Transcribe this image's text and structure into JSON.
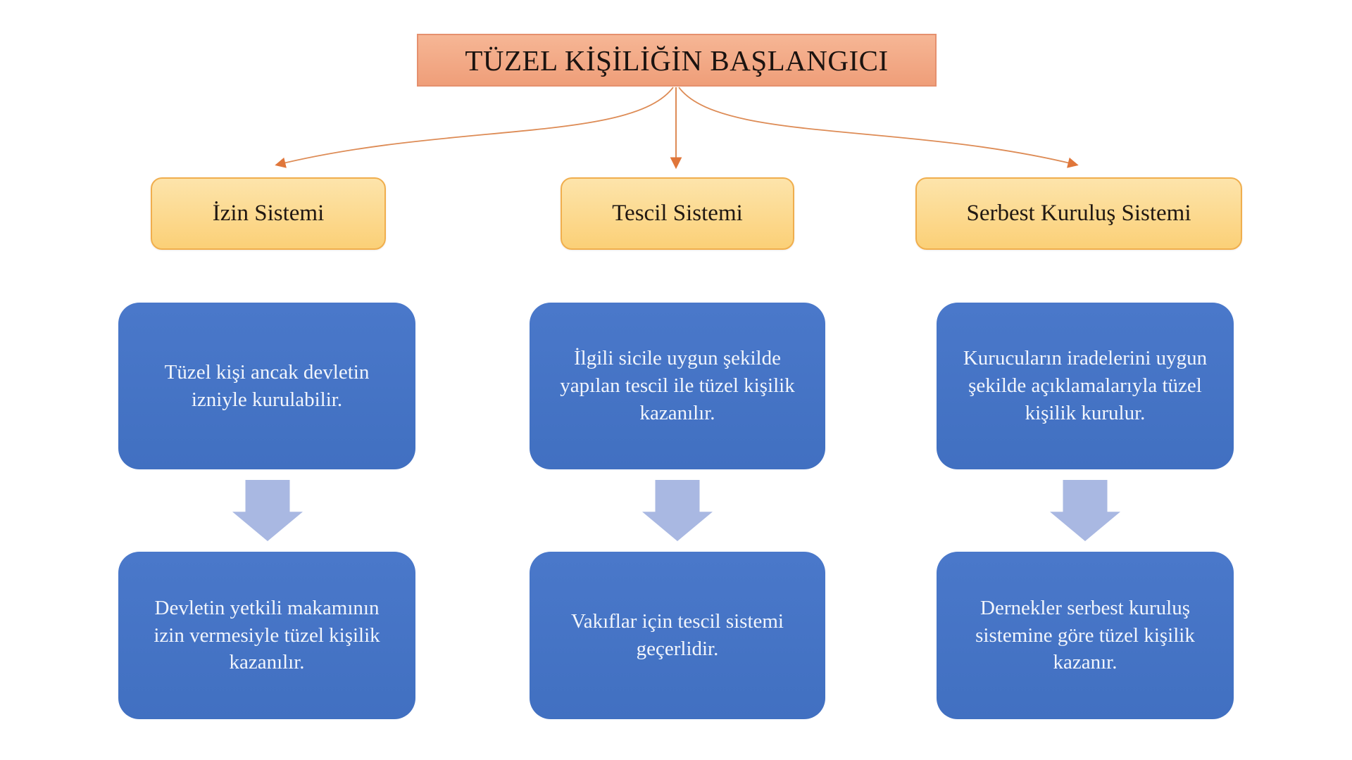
{
  "title": "TÜZEL KİŞİLİĞİN BAŞLANGICI",
  "colors": {
    "title_fill": "#f2a78a",
    "title_border": "#e5906e",
    "system_fill": "#fbd689",
    "system_border": "#f0ae4d",
    "card_fill": "#4472c4",
    "card_text": "#f1f5fc",
    "connector": "#dd8b55",
    "connector_arrowhead": "#e0763a",
    "down_arrow_fill": "#a9b8e2",
    "background": "#ffffff"
  },
  "columns": [
    {
      "header": "İzin Sistemi",
      "description": "Tüzel kişi ancak devletin izniyle kurulabilir.",
      "result": "Devletin yetkili makamının izin vermesiyle tüzel kişilik kazanılır."
    },
    {
      "header": "Tescil Sistemi",
      "description": "İlgili sicile uygun şekilde yapılan tescil ile tüzel kişilik kazanılır.",
      "result": "Vakıflar için tescil sistemi geçerlidir."
    },
    {
      "header": "Serbest Kuruluş Sistemi",
      "description": "Kurucuların iradelerini uygun şekilde açıklamalarıyla tüzel kişilik kurulur.",
      "result": "Dernekler serbest kuruluş sistemine göre tüzel kişilik kazanır."
    }
  ]
}
